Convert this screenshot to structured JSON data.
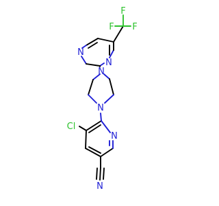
{
  "colors": {
    "bond": "#000000",
    "nitrogen": "#1f1fd6",
    "chlorine": "#2ec22e",
    "fluorine": "#2ec22e"
  },
  "atoms": {
    "f_top": "F",
    "f_left": "F",
    "f_right": "F",
    "n_pyr_upper": "N",
    "n_pyr_lower": "N",
    "n_pip_top": "N",
    "n_pip_bottom": "N",
    "cl": "Cl",
    "n_pyridine": "N",
    "n_nitrile": "N"
  }
}
